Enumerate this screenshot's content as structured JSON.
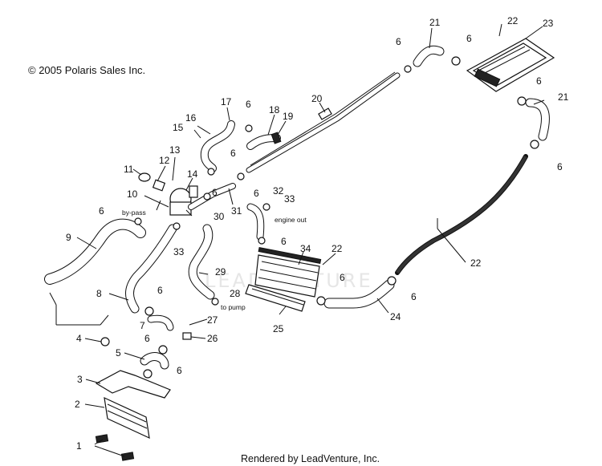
{
  "copyright": "© 2005 Polaris Sales Inc.",
  "footer": "Rendered by LeadVenture, Inc.",
  "watermark": "LEADVENTURE",
  "annotations": {
    "by_pass": "by-pass",
    "engine_out": "engine out",
    "to_pump": "to pump"
  },
  "callouts": [
    {
      "id": "c1a",
      "label": "1"
    },
    {
      "id": "c2",
      "label": "2"
    },
    {
      "id": "c3",
      "label": "3"
    },
    {
      "id": "c4",
      "label": "4"
    },
    {
      "id": "c5",
      "label": "5"
    },
    {
      "id": "c6a",
      "label": "6"
    },
    {
      "id": "c6b",
      "label": "6"
    },
    {
      "id": "c6c",
      "label": "6"
    },
    {
      "id": "c6d",
      "label": "6"
    },
    {
      "id": "c6e",
      "label": "6"
    },
    {
      "id": "c6f",
      "label": "6"
    },
    {
      "id": "c6g",
      "label": "6"
    },
    {
      "id": "c6h",
      "label": "6"
    },
    {
      "id": "c6i",
      "label": "6"
    },
    {
      "id": "c6j",
      "label": "6"
    },
    {
      "id": "c6k",
      "label": "6"
    },
    {
      "id": "c6l",
      "label": "6"
    },
    {
      "id": "c6m",
      "label": "6"
    },
    {
      "id": "c6n",
      "label": "6"
    },
    {
      "id": "c6o",
      "label": "6"
    },
    {
      "id": "c7",
      "label": "7"
    },
    {
      "id": "c8",
      "label": "8"
    },
    {
      "id": "c9",
      "label": "9"
    },
    {
      "id": "c10",
      "label": "10"
    },
    {
      "id": "c11",
      "label": "11"
    },
    {
      "id": "c12",
      "label": "12"
    },
    {
      "id": "c13",
      "label": "13"
    },
    {
      "id": "c14",
      "label": "14"
    },
    {
      "id": "c15",
      "label": "15"
    },
    {
      "id": "c16",
      "label": "16"
    },
    {
      "id": "c17",
      "label": "17"
    },
    {
      "id": "c18",
      "label": "18"
    },
    {
      "id": "c19",
      "label": "19"
    },
    {
      "id": "c20",
      "label": "20"
    },
    {
      "id": "c21a",
      "label": "21"
    },
    {
      "id": "c21b",
      "label": "21"
    },
    {
      "id": "c22a",
      "label": "22"
    },
    {
      "id": "c22b",
      "label": "22"
    },
    {
      "id": "c22c",
      "label": "22"
    },
    {
      "id": "c23",
      "label": "23"
    },
    {
      "id": "c24",
      "label": "24"
    },
    {
      "id": "c25",
      "label": "25"
    },
    {
      "id": "c26",
      "label": "26"
    },
    {
      "id": "c27",
      "label": "27"
    },
    {
      "id": "c28",
      "label": "28"
    },
    {
      "id": "c29",
      "label": "29"
    },
    {
      "id": "c30",
      "label": "30"
    },
    {
      "id": "c31",
      "label": "31"
    },
    {
      "id": "c32",
      "label": "32"
    },
    {
      "id": "c33a",
      "label": "33"
    },
    {
      "id": "c33b",
      "label": "33"
    },
    {
      "id": "c34",
      "label": "34"
    }
  ]
}
